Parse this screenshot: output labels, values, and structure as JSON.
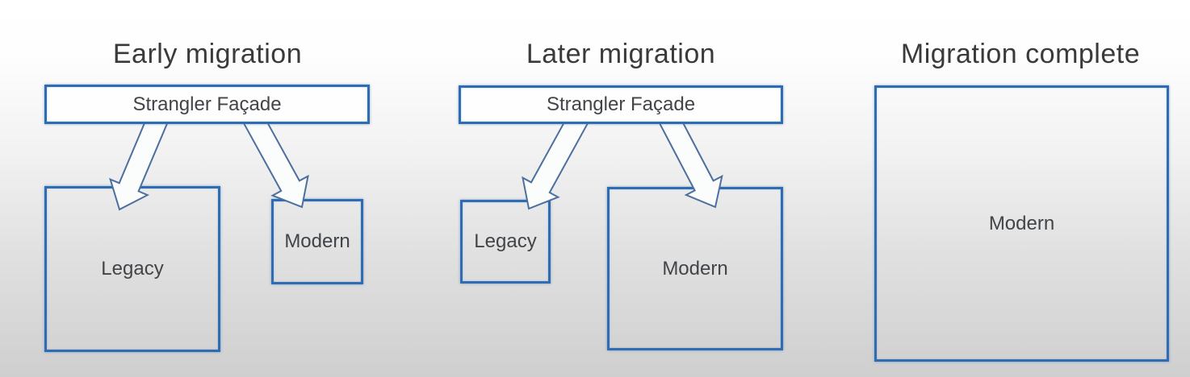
{
  "panels": [
    {
      "title": "Early migration",
      "facade_label": "Strangler Façade",
      "legacy_label": "Legacy",
      "modern_label": "Modern",
      "connections": [
        {
          "from": "Strangler Façade",
          "to": "Legacy"
        },
        {
          "from": "Strangler Façade",
          "to": "Modern"
        }
      ]
    },
    {
      "title": "Later migration",
      "facade_label": "Strangler Façade",
      "legacy_label": "Legacy",
      "modern_label": "Modern",
      "connections": [
        {
          "from": "Strangler Façade",
          "to": "Legacy"
        },
        {
          "from": "Strangler Façade",
          "to": "Modern"
        }
      ]
    },
    {
      "title": "Migration complete",
      "modern_label": "Modern",
      "connections": []
    }
  ],
  "colors": {
    "box_border": "#2e6cb4",
    "arrow_outline": "#4c6f9e",
    "arrow_fill": "#fbfcfc",
    "text": "#3a3a3a",
    "background_top": "#ffffff",
    "background_bottom": "#cfcfcf"
  }
}
